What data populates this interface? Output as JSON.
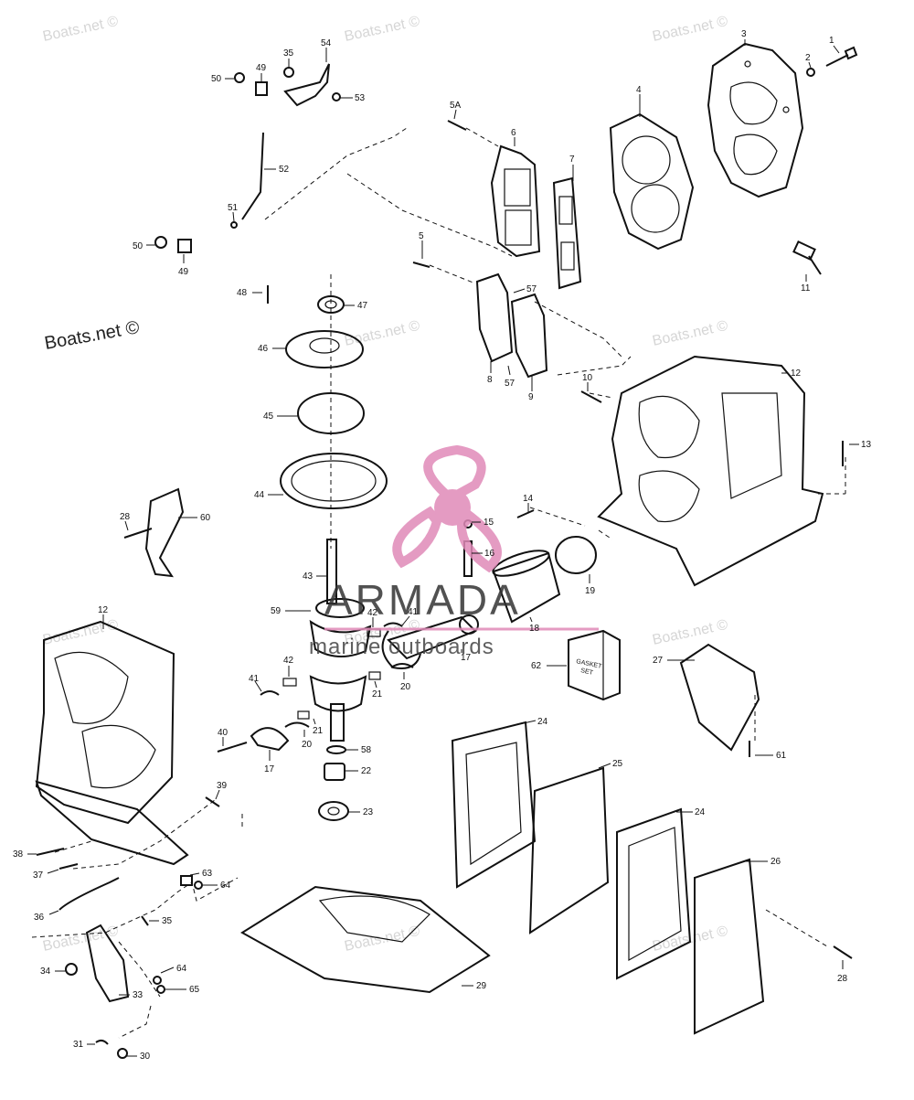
{
  "watermark": {
    "text": "Boats.net ©",
    "brand": "ARMADA",
    "brand_sub": "marine outboards",
    "brand_color": "#e08ab8"
  },
  "gasket_set_label": [
    "GASKET",
    "SET"
  ],
  "callouts": [
    {
      "id": "c1",
      "label": "1"
    },
    {
      "id": "c2",
      "label": "2"
    },
    {
      "id": "c3",
      "label": "3"
    },
    {
      "id": "c4",
      "label": "4"
    },
    {
      "id": "c5",
      "label": "5"
    },
    {
      "id": "c5a",
      "label": "5A"
    },
    {
      "id": "c6",
      "label": "6"
    },
    {
      "id": "c7",
      "label": "7"
    },
    {
      "id": "c8",
      "label": "8"
    },
    {
      "id": "c9",
      "label": "9"
    },
    {
      "id": "c10",
      "label": "10"
    },
    {
      "id": "c11",
      "label": "11"
    },
    {
      "id": "c12a",
      "label": "12"
    },
    {
      "id": "c12b",
      "label": "12"
    },
    {
      "id": "c13",
      "label": "13"
    },
    {
      "id": "c14",
      "label": "14"
    },
    {
      "id": "c15",
      "label": "15"
    },
    {
      "id": "c16",
      "label": "16"
    },
    {
      "id": "c17a",
      "label": "17"
    },
    {
      "id": "c17b",
      "label": "17"
    },
    {
      "id": "c18",
      "label": "18"
    },
    {
      "id": "c19",
      "label": "19"
    },
    {
      "id": "c20a",
      "label": "20"
    },
    {
      "id": "c20b",
      "label": "20"
    },
    {
      "id": "c21a",
      "label": "21"
    },
    {
      "id": "c21b",
      "label": "21"
    },
    {
      "id": "c22",
      "label": "22"
    },
    {
      "id": "c23",
      "label": "23"
    },
    {
      "id": "c24a",
      "label": "24"
    },
    {
      "id": "c24b",
      "label": "24"
    },
    {
      "id": "c25",
      "label": "25"
    },
    {
      "id": "c26",
      "label": "26"
    },
    {
      "id": "c27",
      "label": "27"
    },
    {
      "id": "c28a",
      "label": "28"
    },
    {
      "id": "c28b",
      "label": "28"
    },
    {
      "id": "c29",
      "label": "29"
    },
    {
      "id": "c30",
      "label": "30"
    },
    {
      "id": "c31",
      "label": "31"
    },
    {
      "id": "c33",
      "label": "33"
    },
    {
      "id": "c34",
      "label": "34"
    },
    {
      "id": "c35a",
      "label": "35"
    },
    {
      "id": "c35b",
      "label": "35"
    },
    {
      "id": "c36",
      "label": "36"
    },
    {
      "id": "c37",
      "label": "37"
    },
    {
      "id": "c38",
      "label": "38"
    },
    {
      "id": "c39",
      "label": "39"
    },
    {
      "id": "c40",
      "label": "40"
    },
    {
      "id": "c41a",
      "label": "41"
    },
    {
      "id": "c41b",
      "label": "41"
    },
    {
      "id": "c42a",
      "label": "42"
    },
    {
      "id": "c42b",
      "label": "42"
    },
    {
      "id": "c43",
      "label": "43"
    },
    {
      "id": "c44",
      "label": "44"
    },
    {
      "id": "c45",
      "label": "45"
    },
    {
      "id": "c46",
      "label": "46"
    },
    {
      "id": "c47",
      "label": "47"
    },
    {
      "id": "c48",
      "label": "48"
    },
    {
      "id": "c49a",
      "label": "49"
    },
    {
      "id": "c49b",
      "label": "49"
    },
    {
      "id": "c50a",
      "label": "50"
    },
    {
      "id": "c50b",
      "label": "50"
    },
    {
      "id": "c51",
      "label": "51"
    },
    {
      "id": "c52",
      "label": "52"
    },
    {
      "id": "c53",
      "label": "53"
    },
    {
      "id": "c54",
      "label": "54"
    },
    {
      "id": "c57a",
      "label": "57"
    },
    {
      "id": "c57b",
      "label": "57"
    },
    {
      "id": "c58",
      "label": "58"
    },
    {
      "id": "c59",
      "label": "59"
    },
    {
      "id": "c60",
      "label": "60"
    },
    {
      "id": "c61",
      "label": "61"
    },
    {
      "id": "c62",
      "label": "62"
    },
    {
      "id": "c63",
      "label": "63"
    },
    {
      "id": "c64a",
      "label": "64"
    },
    {
      "id": "c64b",
      "label": "64"
    },
    {
      "id": "c65",
      "label": "65"
    }
  ]
}
